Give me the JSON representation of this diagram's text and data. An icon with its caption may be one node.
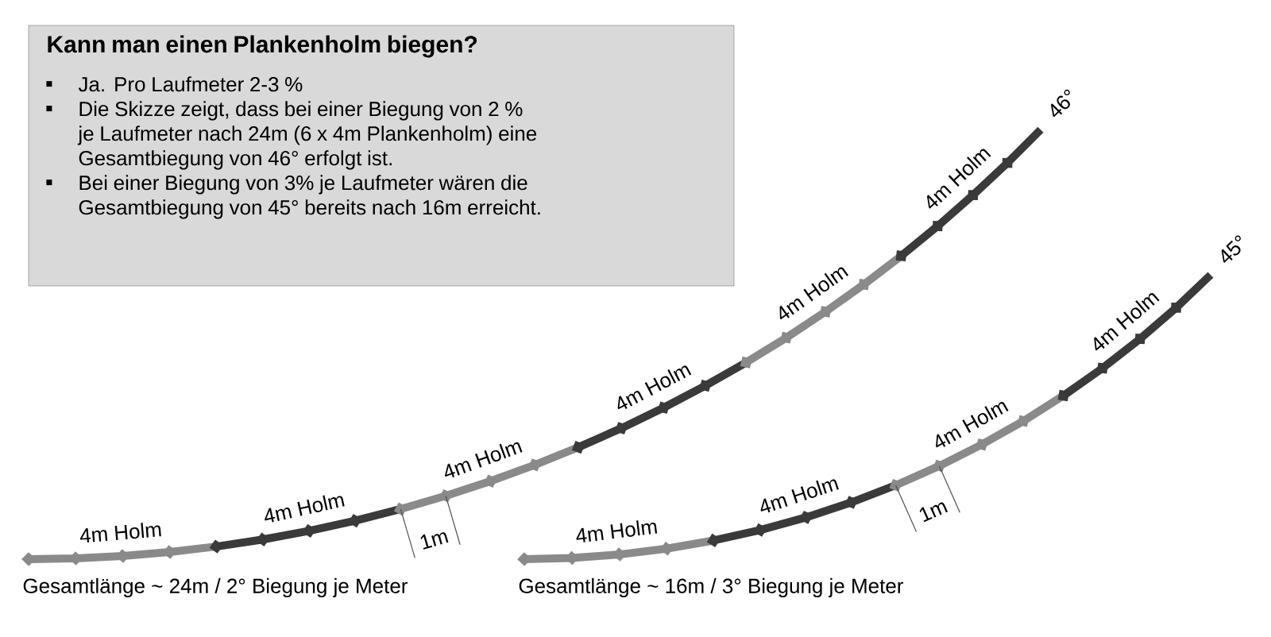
{
  "diagram": {
    "nodes": [
      {
        "text": [
          "Kann man einen Plankenholm biegen?",
          "Ja. Pro Laufmeter 2-3 %",
          "Die Skizze zeigt, dass bei einer Biegung von 2 % je Laufmeter nach 24m (6 x 4m Plankenholm) eine Gesamtbiegung von 46° erfolgt ist.",
          "Bei einer Biegung von 3% je Laufmeter wären die Gesamtbiegung von 45° bereits nach 16m erreicht."
        ]
      },
      {
        "text": [
          "4m Holm"
        ]
      },
      {
        "text": [
          "4m Holm"
        ]
      },
      {
        "text": [
          "4m Holm"
        ]
      },
      {
        "text": [
          "4m Holm"
        ]
      },
      {
        "text": [
          "4m Holm"
        ]
      },
      {
        "text": [
          "4m Holm"
        ]
      },
      {
        "text": [
          "4m Holm"
        ]
      },
      {
        "text": [
          "4m Holm"
        ]
      },
      {
        "text": [
          "4m Holm"
        ]
      },
      {
        "text": [
          "4m Holm"
        ]
      }
    ],
    "labels": [
      "46°",
      "45°",
      "1m",
      "1m",
      "Gesamtlänge ~ 24m / 2° Biegung je Meter",
      "Gesamtlänge ~ 16m / 3° Biegung je Meter"
    ]
  }
}
